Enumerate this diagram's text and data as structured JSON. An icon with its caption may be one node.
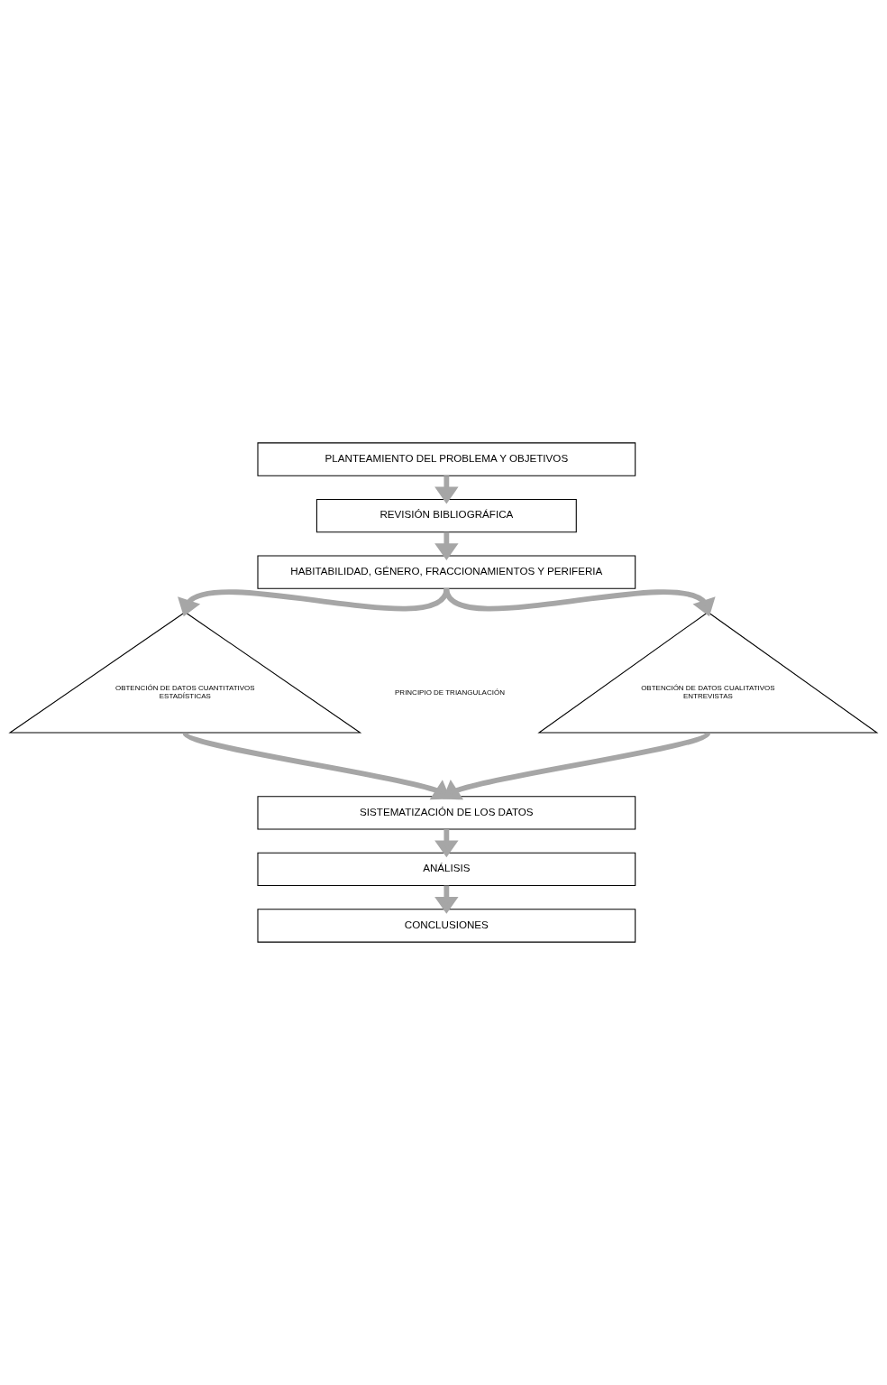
{
  "diagram": {
    "nodes": [
      {
        "text": [
          "PLANTEAMIENTO DEL PROBLEMA Y OBJETIVOS"
        ]
      },
      {
        "text": [
          "REVISIÓN BIBLIOGRÁFICA"
        ]
      },
      {
        "text": [
          "HABITABILIDAD, GÉNERO, FRACCIONAMIENTOS Y PERIFERIA"
        ]
      },
      {
        "text": [
          "OBTENCIÓN DE DATOS CUANTITATIVOS",
          "ESTADÍSTICAS"
        ]
      },
      {
        "text": [
          "OBTENCIÓN DE DATOS CUALITATIVOS",
          "ENTREVISTAS"
        ]
      },
      {
        "text": [
          "SISTEMATIZACIÓN DE LOS DATOS"
        ]
      },
      {
        "text": [
          "ANÁLISIS"
        ]
      },
      {
        "text": [
          "CONCLUSIONES"
        ]
      }
    ],
    "edges": [
      {
        "from": 0,
        "to": 1,
        "arrow": "to"
      },
      {
        "from": 1,
        "to": 2,
        "arrow": "to"
      },
      {
        "from": 2,
        "to": 3,
        "arrow": "to"
      },
      {
        "from": 2,
        "to": 4,
        "arrow": "to"
      },
      {
        "from": 3,
        "to": 5,
        "arrow": "to"
      },
      {
        "from": 4,
        "to": 5,
        "arrow": "to"
      },
      {
        "from": 5,
        "to": 6,
        "arrow": "to"
      },
      {
        "from": 6,
        "to": 7,
        "arrow": "to"
      }
    ],
    "labels": [
      "PRINCIPIO DE TRIANGULACIÓN"
    ]
  }
}
